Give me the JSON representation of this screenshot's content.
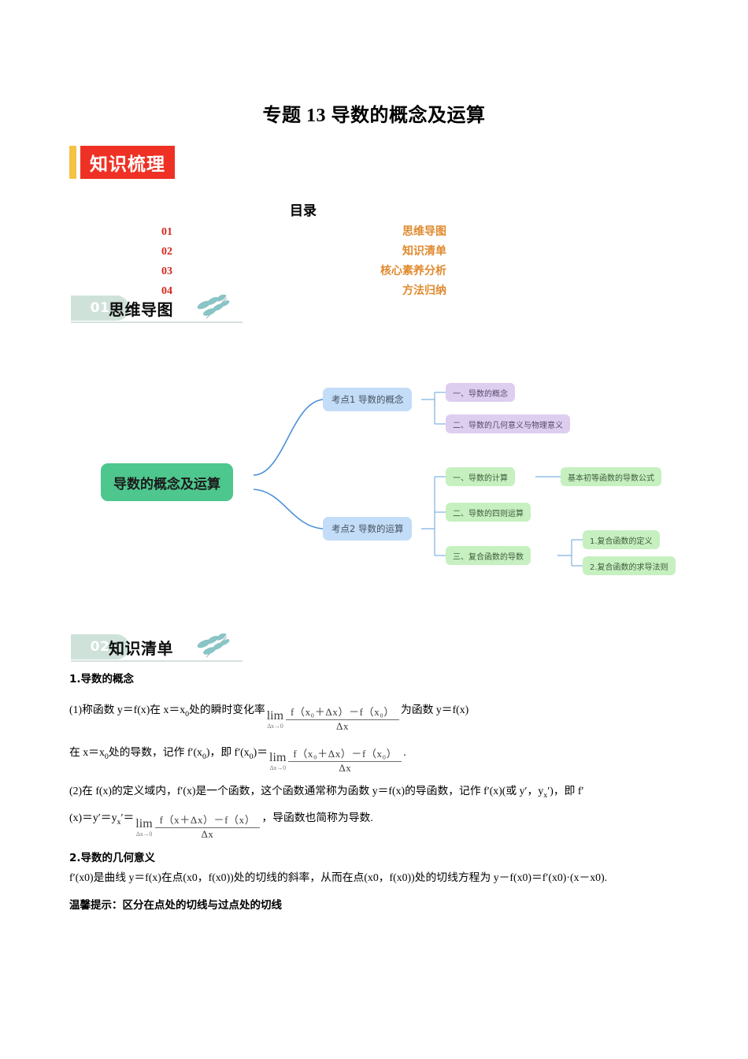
{
  "document": {
    "title": "专题 13 导数的概念及运算"
  },
  "badge": {
    "label": "知识梳理",
    "box_color": "#ee3124",
    "bar_color": "#f5c344"
  },
  "toc": {
    "title": "目录",
    "num_color": "#d3281f",
    "label_color": "#e08a2e",
    "rows": [
      {
        "num": "01",
        "label": "思维导图"
      },
      {
        "num": "02",
        "label": "知识清单"
      },
      {
        "num": "03",
        "label": "核心素养分析"
      },
      {
        "num": "04",
        "label": "方法归纳"
      }
    ]
  },
  "sections": [
    {
      "num": "01",
      "title": "思维导图"
    },
    {
      "num": "02",
      "title": "知识清单"
    }
  ],
  "mindmap": {
    "root": {
      "label": "导数的概念及运算",
      "color": "#4ec78e"
    },
    "branches": [
      {
        "label": "考点1 导数的概念",
        "color": "#c3dcf7",
        "children": [
          {
            "label": "一、导数的概念",
            "color": "#ddcef0"
          },
          {
            "label": "二、导数的几何意义与物理意义",
            "color": "#ddcef0"
          }
        ]
      },
      {
        "label": "考点2 导数的运算",
        "color": "#c3dcf7",
        "children": [
          {
            "label": "一、导数的计算",
            "color": "#c6f0c0",
            "children": [
              {
                "label": "基本初等函数的导数公式",
                "color": "#c6f0c0"
              }
            ]
          },
          {
            "label": "二、导数的四则运算",
            "color": "#c6f0c0",
            "children": []
          },
          {
            "label": "三、复合函数的导数",
            "color": "#c6f0c0",
            "children": [
              {
                "label": "1.复合函数的定义",
                "color": "#c6f0c0"
              },
              {
                "label": "2.复合函数的求导法则",
                "color": "#c6f0c0"
              }
            ]
          }
        ]
      }
    ],
    "link_color": "#4a90d9"
  },
  "knowledge": {
    "heading1": "1.导数的概念",
    "item1_prefix": "(1)称函数 y＝f(x)在 x＝x",
    "item1_prefix_sub": "0",
    "item1_mid": "处的瞬时变化率",
    "item1_suffix": "为函数 y＝f(x)",
    "item1_line2_a": "在 x＝x",
    "item1_line2_a_sub": "0",
    "item1_line2_b": "处的导数，记作 f′(x",
    "item1_line2_b_sub": "0",
    "item1_line2_c": ")，即 f′(x",
    "item1_line2_c_sub": "0",
    "item1_line2_d": ")＝",
    "item1_line2_end": ".",
    "item2_a": "(2)在 f(x)的定义域内，f′(x)是一个函数，这个函数通常称为函数 y＝f(x)的导函数，记作 f′(x)(或 y′，y",
    "item2_a_sub": "x",
    "item2_b": "′)，即 f′",
    "item2_line2_a": "(x)＝y′＝y",
    "item2_line2_a_sub": "x",
    "item2_line2_b": "′＝",
    "item2_line2_end": "，导函数也简称为导数.",
    "heading2": "2.导数的几何意义",
    "item3": "f′(x0)是曲线 y＝f(x)在点(x0，f(x0))处的切线的斜率，从而在点(x0，f(x0))处的切线方程为 y－f(x0)＝f′(x0)·(x－x0).",
    "tip": "温馨提示：区分在点处的切线与过点处的切线",
    "formula_lim": "lim",
    "formula_lim_sub": "Δx→0",
    "formula1_num": "f（x₀＋Δx）－f（x₀）",
    "formula1_den": "Δx",
    "formula2_num": "f（x＋Δx）－f（x）",
    "formula2_den": "Δx"
  }
}
